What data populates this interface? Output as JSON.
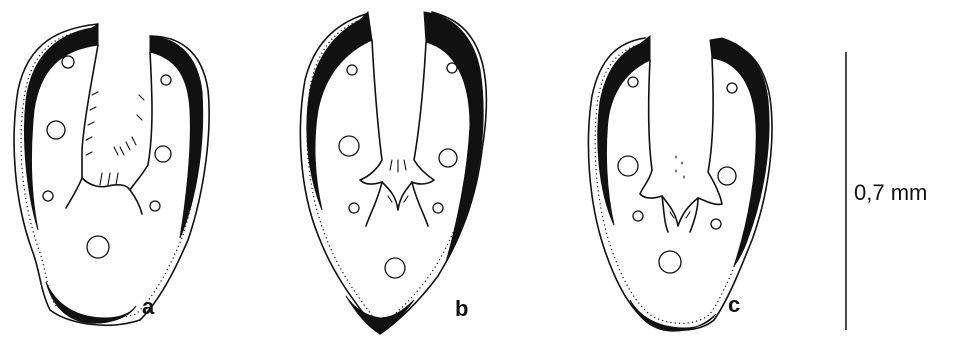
{
  "panels": [
    {
      "id": "a",
      "label": "a"
    },
    {
      "id": "b",
      "label": "b"
    },
    {
      "id": "c",
      "label": "c"
    }
  ],
  "scale_bar": {
    "label": "0,7 mm"
  }
}
